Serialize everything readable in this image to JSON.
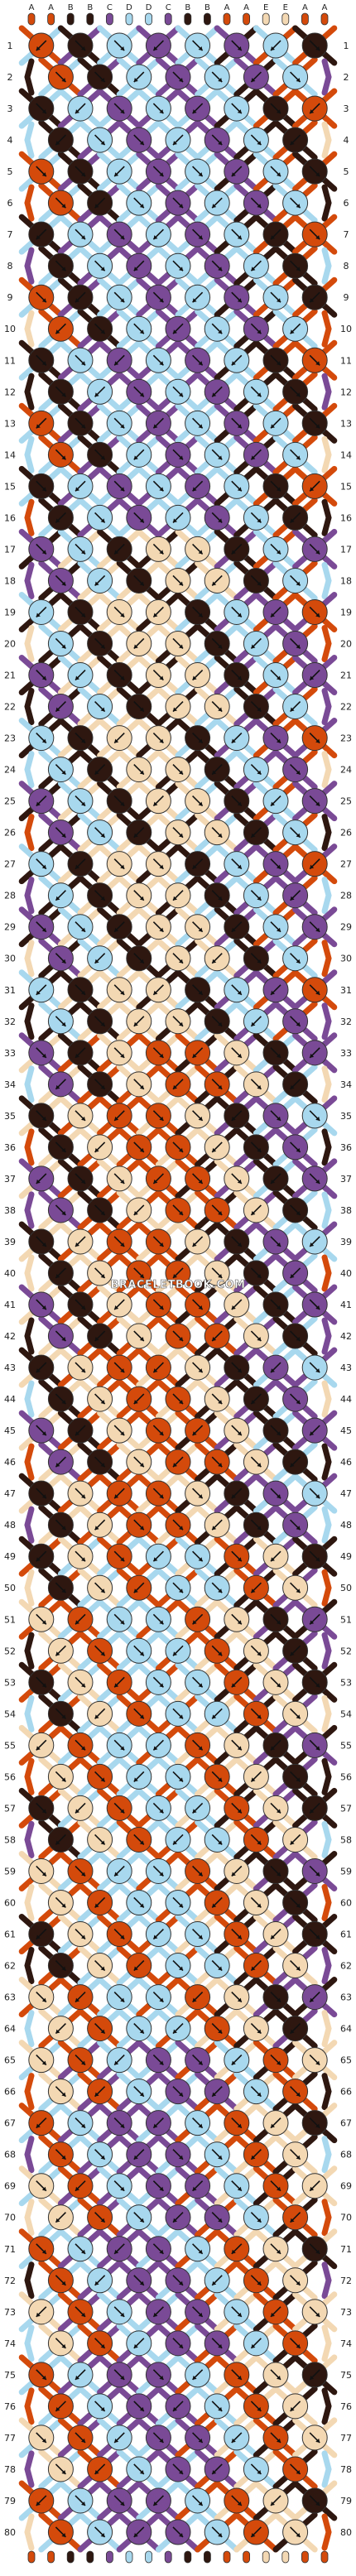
{
  "watermark": "BRACELETBOOK.COM",
  "colors": {
    "A": "#d44a0b",
    "B": "#2e1710",
    "C": "#7a4a96",
    "D": "#a8d8ee",
    "E": "#f3d8b3"
  },
  "strand_letters": [
    "A",
    "A",
    "B",
    "B",
    "C",
    "D",
    "D",
    "C",
    "B",
    "B",
    "A",
    "A",
    "E",
    "E",
    "A",
    "A"
  ],
  "row_count": 80,
  "row_bands": [
    [
      "A",
      "B",
      "D",
      "C",
      "D",
      "C",
      "D",
      "B",
      "A"
    ],
    [
      "C",
      "D",
      "B",
      "E",
      "E",
      "B",
      "D",
      "C",
      "A"
    ],
    [
      "C",
      "B",
      "E",
      "A",
      "A",
      "E",
      "B",
      "C",
      "D"
    ],
    [
      "B",
      "E",
      "A",
      "D",
      "D",
      "A",
      "E",
      "B",
      "C"
    ],
    [
      "E",
      "A",
      "D",
      "C",
      "C",
      "D",
      "A",
      "E",
      "B"
    ],
    [
      "A",
      "D",
      "C",
      "B",
      "B",
      "C",
      "D",
      "A",
      "E"
    ],
    [
      "D",
      "C",
      "B",
      "E",
      "E",
      "B",
      "C",
      "D",
      "A"
    ],
    [
      "C",
      "B",
      "E",
      "A",
      "A",
      "E",
      "B",
      "C",
      "D"
    ]
  ],
  "band_of_row": [
    0,
    0,
    0,
    0,
    0,
    0,
    0,
    0,
    0,
    0,
    0,
    0,
    0,
    0,
    0,
    0,
    1,
    1,
    1,
    1,
    1,
    1,
    1,
    1,
    1,
    1,
    1,
    1,
    1,
    1,
    1,
    1,
    2,
    2,
    2,
    2,
    2,
    2,
    2,
    2,
    2,
    2,
    2,
    2,
    2,
    2,
    2,
    2,
    3,
    3,
    3,
    3,
    3,
    3,
    3,
    3,
    3,
    3,
    3,
    3,
    3,
    3,
    3,
    3,
    4,
    4,
    4,
    4,
    4,
    4,
    4,
    4,
    4,
    4,
    4,
    4,
    4,
    4,
    4,
    4
  ],
  "edge_colors": [
    "A",
    "B",
    "C",
    "D",
    "E"
  ]
}
